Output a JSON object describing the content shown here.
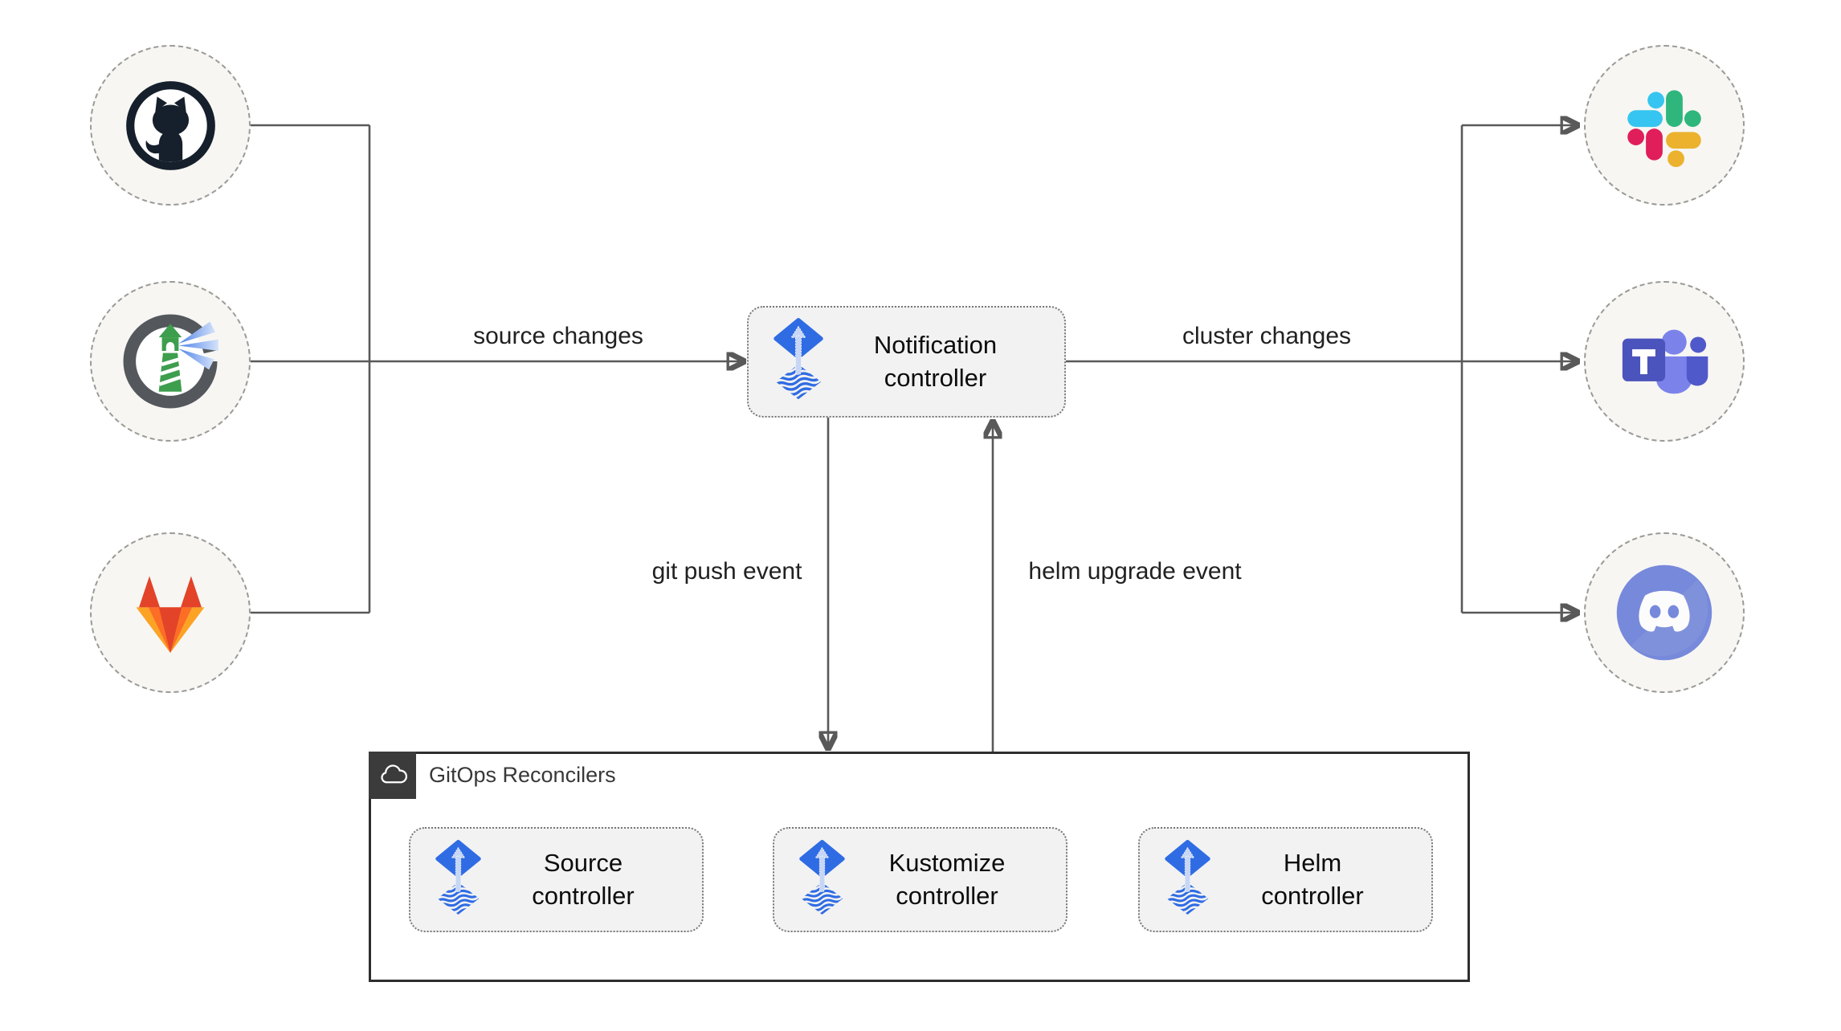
{
  "edge_labels": {
    "source_changes": "source changes",
    "cluster_changes": "cluster changes",
    "git_push_event": "git push event",
    "helm_upgrade_event": "helm upgrade event"
  },
  "nodes": {
    "notification_controller": {
      "label": "Notification controller",
      "icon": "flux-icon"
    },
    "source_controller": {
      "label": "Source controller",
      "icon": "flux-icon"
    },
    "kustomize_controller": {
      "label": "Kustomize controller",
      "icon": "flux-icon"
    },
    "helm_controller": {
      "label": "Helm controller",
      "icon": "flux-icon"
    }
  },
  "container": {
    "label": "GitOps Reconcilers",
    "icon": "cloud-icon"
  },
  "source_nodes": [
    {
      "id": "github",
      "icon": "github-icon"
    },
    {
      "id": "harbor",
      "icon": "harbor-icon"
    },
    {
      "id": "gitlab",
      "icon": "gitlab-icon"
    }
  ],
  "notifier_nodes": [
    {
      "id": "slack",
      "icon": "slack-icon"
    },
    {
      "id": "microsoft-teams",
      "icon": "microsoft-teams-icon"
    },
    {
      "id": "discord",
      "icon": "discord-icon"
    }
  ],
  "colors": {
    "flux_blue": "#2F6CE1",
    "flux_arrow_light": "#C7D6F4",
    "connector_line": "#595959",
    "box_fill": "#F2F2F2",
    "node_fill": "#F7F6F3",
    "container_border": "#2E2E2E",
    "container_badge": "#3B3B3B",
    "github_dark": "#16202C",
    "harbor_ring_gray": "#54585D",
    "harbor_green": "#3D9E4E",
    "gitlab_red": "#E24329",
    "gitlab_orange": "#FC6D26",
    "gitlab_yellow": "#FCA326",
    "slack_blue": "#36C5F0",
    "slack_green": "#2EB67D",
    "slack_red": "#E01E5A",
    "slack_yellow": "#ECB22E",
    "teams_purple_dark": "#4B53BC",
    "teams_purple": "#7B83EB",
    "teams_purple_mid": "#5059C9",
    "discord_blurple": "#7789DA"
  }
}
